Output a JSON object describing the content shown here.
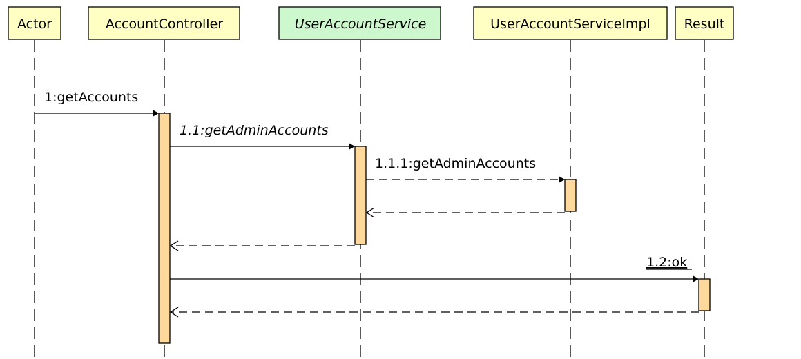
{
  "diagram": {
    "participants": [
      {
        "id": "actor",
        "label": "Actor",
        "italic": false,
        "fill": "#ffffc4"
      },
      {
        "id": "account-controller",
        "label": "AccountController",
        "italic": false,
        "fill": "#ffffc4"
      },
      {
        "id": "user-account-service",
        "label": "UserAccountService",
        "italic": true,
        "fill": "#cdf7cd"
      },
      {
        "id": "user-account-service-impl",
        "label": "UserAccountServiceImpl",
        "italic": false,
        "fill": "#ffffc4"
      },
      {
        "id": "result",
        "label": "Result",
        "italic": false,
        "fill": "#ffffc4"
      }
    ],
    "messages": [
      {
        "label": "1:getAccounts",
        "from": "actor",
        "to": "account-controller",
        "kind": "sync",
        "italic": false,
        "underline": false
      },
      {
        "label": "1.1:getAdminAccounts",
        "from": "account-controller",
        "to": "user-account-service",
        "kind": "sync",
        "italic": true,
        "underline": false
      },
      {
        "label": "1.1.1:getAdminAccounts",
        "from": "user-account-service",
        "to": "user-account-service-impl",
        "kind": "async-dashed",
        "italic": false,
        "underline": false
      },
      {
        "label": "",
        "from": "user-account-service-impl",
        "to": "user-account-service",
        "kind": "return",
        "italic": false,
        "underline": false
      },
      {
        "label": "",
        "from": "user-account-service",
        "to": "account-controller",
        "kind": "return",
        "italic": false,
        "underline": false
      },
      {
        "label": "1.2:ok",
        "from": "account-controller",
        "to": "result",
        "kind": "sync",
        "italic": false,
        "underline": true
      },
      {
        "label": "",
        "from": "result",
        "to": "account-controller",
        "kind": "return",
        "italic": false,
        "underline": false
      }
    ],
    "colors": {
      "activation": "#ffd89c",
      "participant_default": "#ffffc4",
      "participant_interface": "#cdf7cd"
    }
  }
}
